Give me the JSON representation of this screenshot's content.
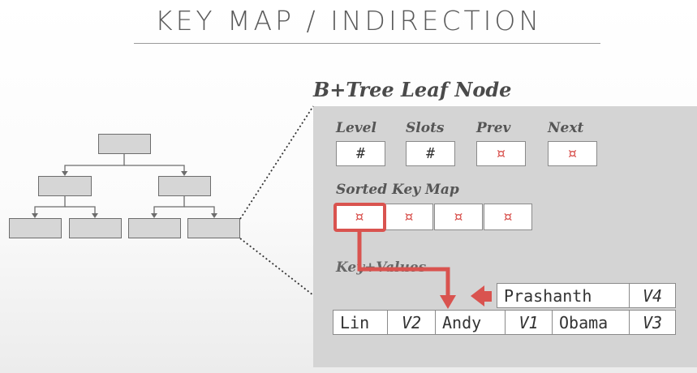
{
  "slide": {
    "title": "KEY MAP / INDIRECTION"
  },
  "leaf_node": {
    "title": "B+Tree Leaf Node",
    "header_fields": [
      {
        "label": "Level",
        "value": "#"
      },
      {
        "label": "Slots",
        "value": "#"
      },
      {
        "label": "Prev",
        "value": "¤"
      },
      {
        "label": "Next",
        "value": "¤"
      }
    ],
    "key_map": {
      "label": "Sorted Key Map",
      "slots": [
        "¤",
        "¤",
        "¤",
        "¤"
      ]
    },
    "key_values": {
      "label": "Key+Values",
      "top_row": [
        {
          "key": "Prashanth",
          "value": "V4"
        }
      ],
      "bottom_row": [
        {
          "key": "Lin",
          "value": "V2"
        },
        {
          "key": "Andy",
          "value": "V1"
        },
        {
          "key": "Obama",
          "value": "V3"
        }
      ]
    }
  },
  "colors": {
    "accent": "#d9534f",
    "panel": "#d4d4d4",
    "node_fill": "#d6d6d6"
  }
}
